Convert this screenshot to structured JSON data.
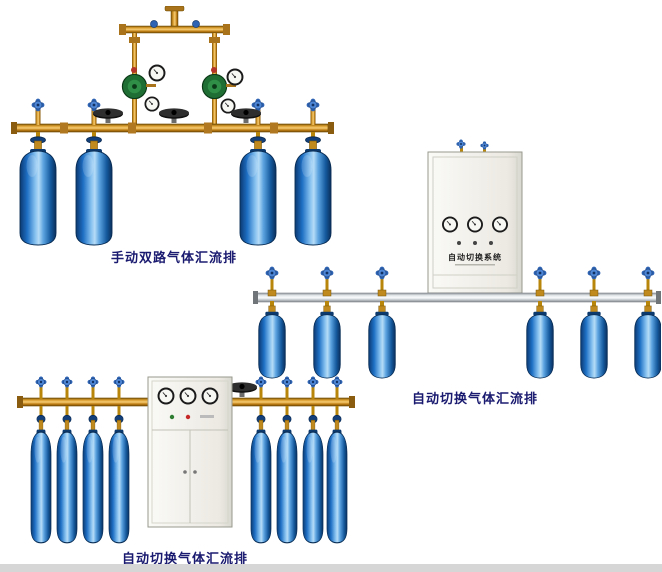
{
  "page": {
    "background": "#ffffff"
  },
  "products": {
    "manual_dual": {
      "caption": "手动双路气体汇流排"
    },
    "auto_switch_a": {
      "caption": "自动切换气体汇流排",
      "cabinet_label": "自动切换系统"
    },
    "auto_switch_b": {
      "caption": "自动切换气体汇流排"
    }
  },
  "colors": {
    "caption_color": "#1a1a70",
    "cylinder_blue": "#1e6fc4",
    "brass_pipe": "#d99c2c",
    "silver_pipe": "#e8ecee",
    "cabinet_body": "#f2f2ec"
  }
}
